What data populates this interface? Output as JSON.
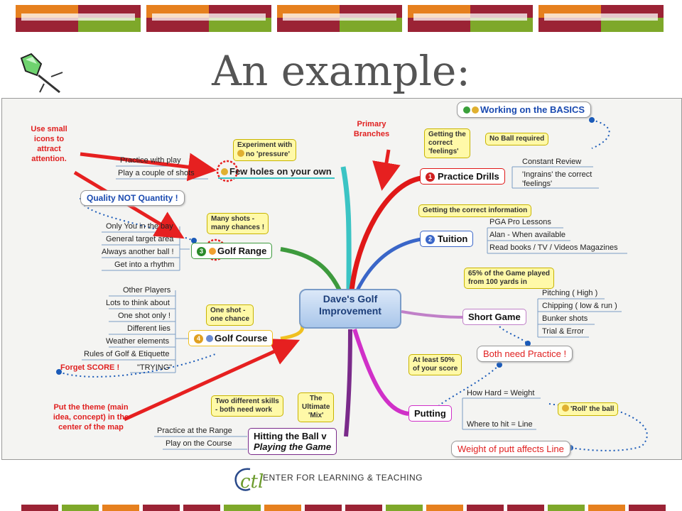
{
  "slide": {
    "title": "An example:",
    "footer": "ENTER FOR LEARNING & TEACHING",
    "footer_logo_letters": "ctl"
  },
  "colors": {
    "orange": "#e6801e",
    "maroon": "#9b2335",
    "green": "#7ea82a",
    "arrow_red": "#e62020"
  },
  "icons": [
    "pushpin-icon",
    "thumbs-up-icon",
    "smiley-icon",
    "sad-face-icon",
    "bullseye-icon",
    "number-badge-icon"
  ],
  "annotations": {
    "small_icons": "Use small icons to attract attention.",
    "primary_branches": "Primary Branches",
    "put_theme": "Put the theme (main idea, concept) in the center of the map"
  },
  "map": {
    "center": [
      "Dave's Golf",
      "Improvement"
    ],
    "few_holes": {
      "label": "Few holes on your own",
      "callout": [
        "Experiment with",
        "no 'pressure'"
      ],
      "leaves": [
        "Practice with play",
        "Play a couple of shots"
      ]
    },
    "quality": "Quality NOT Quantity !",
    "golf_range": {
      "label": "Golf Range",
      "num": "3",
      "callout": [
        "Many shots -",
        "many chances !"
      ],
      "leaves": [
        "Only You in the bay",
        "General target area",
        "Always another ball !",
        "Get into a rhythm"
      ]
    },
    "golf_course": {
      "label": "Golf Course",
      "num": "4",
      "callout": [
        "One shot -",
        "one chance"
      ],
      "leaves": [
        "Other Players",
        "Lots to think about",
        "One shot only !",
        "Different lies",
        "Weather elements",
        "Rules of Golf & Etiquette",
        "\"TRYING\""
      ],
      "forget": "Forget SCORE !"
    },
    "hitting": {
      "label": [
        "Hitting the Ball v",
        "Playing the Game"
      ],
      "callouts": [
        [
          "Two different skills",
          "- both need work"
        ],
        [
          "The",
          "Ultimate",
          "'Mix'"
        ]
      ],
      "leaves": [
        "Practice at the Range",
        "Play on the Course"
      ]
    },
    "basics": "Working on the BASICS",
    "practice_drills": {
      "label": "Practice Drills",
      "num": "1",
      "callouts": [
        [
          "Getting the",
          "correct",
          "'feelings'"
        ],
        [
          "No Ball required"
        ]
      ],
      "leaves": [
        "Constant Review",
        "'Ingrains' the correct",
        "'feelings'"
      ]
    },
    "tuition": {
      "label": "Tuition",
      "num": "2",
      "callout": [
        "Getting the correct information"
      ],
      "leaves": [
        "PGA Pro Lessons",
        "Alan - When available",
        "Read books / TV / Videos Magazines"
      ]
    },
    "short_game": {
      "label": "Short Game",
      "callout": [
        "65% of the Game played",
        "from 100 yards in"
      ],
      "leaves": [
        "Pitching ( High )",
        "Chipping ( low & run )",
        "Bunker shots",
        "Trial & Error"
      ]
    },
    "both_need": "Both need Practice !",
    "putting": {
      "label": "Putting",
      "callout": [
        "At least 50%",
        "of your score"
      ],
      "leaves": [
        "How Hard = Weight",
        "Where to hit = Line"
      ],
      "roll": "'Roll' the ball"
    },
    "weight_line": "Weight of putt affects Line"
  }
}
